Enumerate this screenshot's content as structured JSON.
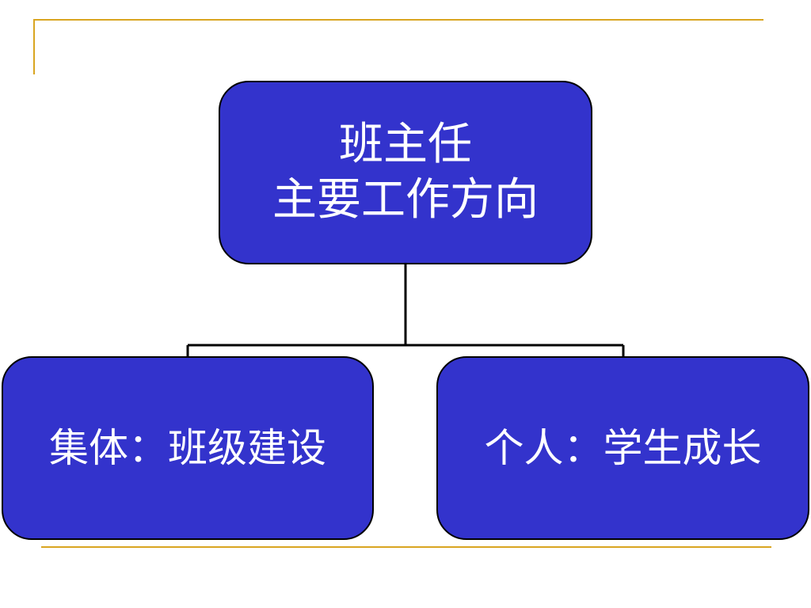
{
  "colors": {
    "node_fill": "#3333cc",
    "node_text": "#ffffff",
    "node_border": "#000000",
    "accent_line": "#d9a521"
  },
  "diagram": {
    "root": {
      "line1": "班主任",
      "line2": "主要工作方向"
    },
    "children": [
      {
        "label": "集体：班级建设"
      },
      {
        "label": "个人：学生成长"
      }
    ]
  }
}
